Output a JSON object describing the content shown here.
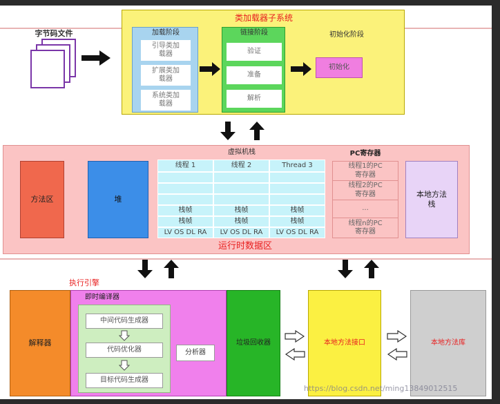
{
  "colors": {
    "classloader_bg": "#fbf27a",
    "runtime_bg": "#fbc4c4",
    "method_area": "#f0684d",
    "heap": "#3c8ee8",
    "thread_cell": "#c7f3fa",
    "native_stack": "#e8d4f7",
    "interpreter": "#f48b2a",
    "jit": "#f080ec",
    "jit_inner": "#ceeec0",
    "gc": "#27b527",
    "native_interface": "#fbf042",
    "native_library": "#cfcfcf",
    "title_red": "#e82020"
  },
  "bytecode": {
    "label": "字节码文件"
  },
  "classloader": {
    "title": "类加载器子系统",
    "loading": {
      "title": "加载阶段",
      "items": [
        "引导类加载器",
        "扩展类加载器",
        "系统类加载器"
      ]
    },
    "linking": {
      "title": "链接阶段",
      "items": [
        "验证",
        "准备",
        "解析"
      ]
    },
    "init": {
      "title": "初始化阶段",
      "item": "初始化"
    }
  },
  "runtime": {
    "title": "运行时数据区",
    "method_area": "方法区",
    "heap": "堆",
    "stack": {
      "title": "虚拟机栈",
      "headers": [
        "线程 1",
        "线程 2",
        "Thread 3"
      ],
      "frame": "栈帧",
      "footer": "LV OS DL RA"
    },
    "pc": {
      "title": "PC寄存器",
      "items": [
        "线程1的PC寄存器",
        "线程2的PC寄存器",
        "...",
        "线程n的PC寄存器"
      ]
    },
    "native_stack": "本地方法栈"
  },
  "engine": {
    "title": "执行引擎",
    "interpreter": "解释器",
    "jit": {
      "title": "即时编译器",
      "steps": [
        "中间代码生成器",
        "代码优化器",
        "目标代码生成器"
      ],
      "analyzer": "分析器"
    },
    "gc": "垃圾回收器"
  },
  "native_interface": "本地方法接口",
  "native_library": "本地方法库",
  "watermark": "https://blog.csdn.net/ming13849012515"
}
